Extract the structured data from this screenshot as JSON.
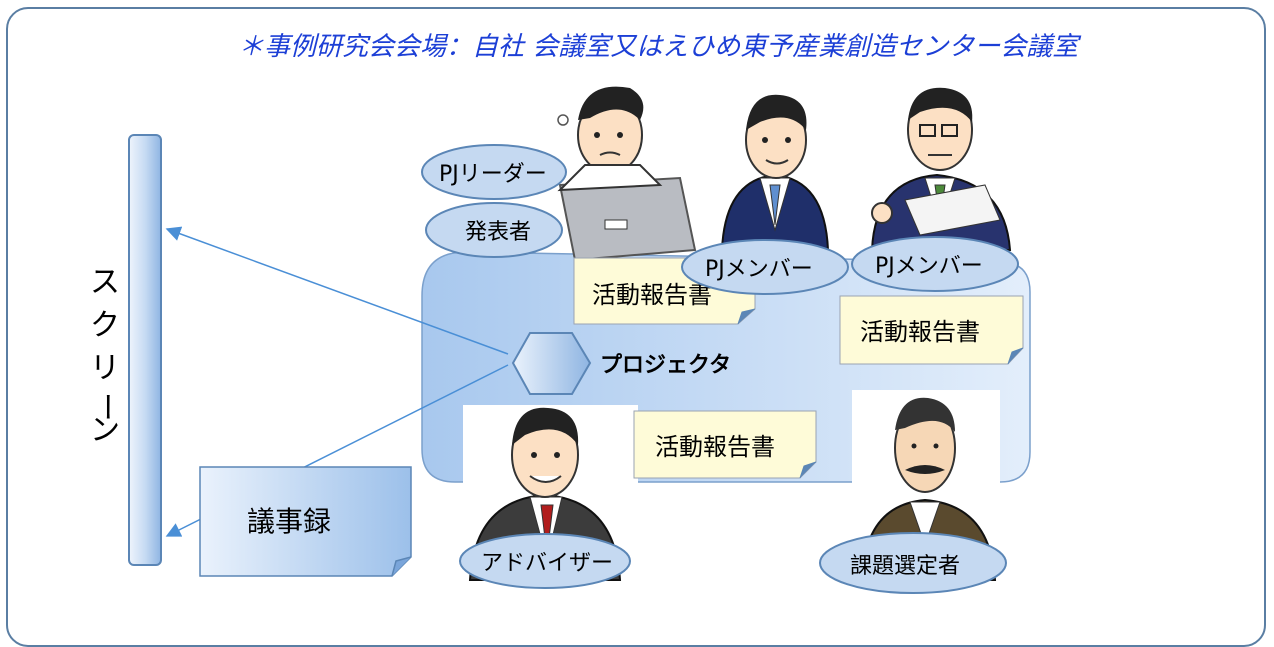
{
  "caption": "＊事例研究会会場：自社 会議室又はえひめ東予産業創造センター会議室",
  "screen": {
    "label_chars": [
      "ス",
      "ク",
      "リ",
      "ー",
      "ン"
    ]
  },
  "projector": {
    "label": "プロジェクタ"
  },
  "minutes": {
    "label": "議事録"
  },
  "reports": [
    {
      "label": "活動報告書"
    },
    {
      "label": "活動報告書"
    },
    {
      "label": "活動報告書"
    }
  ],
  "roles": {
    "pj_leader": "PJリーダー",
    "presenter": "発表者",
    "pj_member_1": "PJメンバー",
    "pj_member_2": "PJメンバー",
    "advisor": "アドバイザー",
    "topic_selector": "課題選定者"
  },
  "colors": {
    "border": "#5a7ea3",
    "caption": "#1c3fd6",
    "bubble_fill": "#c5d9f1",
    "bubble_stroke": "#5b86b6",
    "note_fill": "#fefbd8",
    "arrow": "#4a8fd6"
  }
}
